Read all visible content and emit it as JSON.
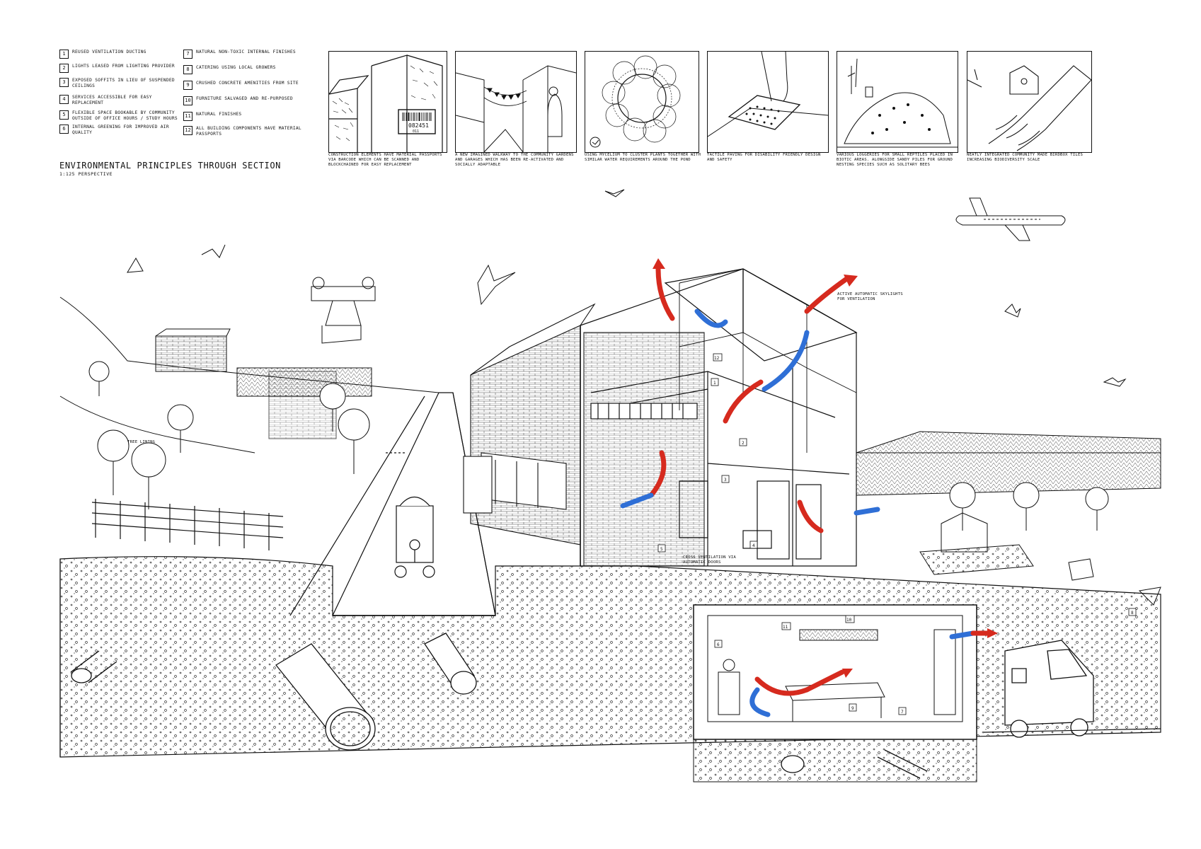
{
  "title": "ENVIRONMENTAL PRINCIPLES THROUGH SECTION",
  "subtitle": "1:125 PERSPECTIVE",
  "legend": [
    {
      "num": "1",
      "text": "REUSED VENTILATION DUCTING"
    },
    {
      "num": "2",
      "text": "LIGHTS LEASED FROM LIGHTING PROVIDER"
    },
    {
      "num": "3",
      "text": "EXPOSED SOFFITS IN LIEU OF SUSPENDED CEILINGS"
    },
    {
      "num": "4",
      "text": "SERVICES ACCESSIBLE FOR EASY REPLACEMENT"
    },
    {
      "num": "5",
      "text": "FLEXIBLE SPACE BOOKABLE BY COMMUNITY OUTSIDE OF OFFICE HOURS / STUDY HOURS"
    },
    {
      "num": "6",
      "text": "INTERNAL GREENING FOR IMPROVED AIR QUALITY"
    },
    {
      "num": "7",
      "text": "NATURAL NON-TOXIC INTERNAL FINISHES"
    },
    {
      "num": "8",
      "text": "CATERING USING LOCAL GROWERS"
    },
    {
      "num": "9",
      "text": "CRUSHED CONCRETE AMENITIES FROM SITE"
    },
    {
      "num": "10",
      "text": "FURNITURE SALVAGED AND RE-PURPOSED"
    },
    {
      "num": "11",
      "text": "NATURAL FINISHES"
    },
    {
      "num": "12",
      "text": "ALL BUILDING COMPONENTS HAVE MATERIAL PASSPORTS"
    }
  ],
  "panels": [
    {
      "caption": "CONSTRUCTION ELEMENTS HAVE MATERIAL PASSPORTS VIA BARCODE WHICH CAN BE SCANNED AND BLOCKCHAINED FOR EASY REPLACEMENT",
      "barcode_number": "082451",
      "barcode_sub": "011"
    },
    {
      "caption": "A NEW IMAGINED WALKWAY TO THE COMMUNITY GARDENS AND GARAGES WHICH HAS BEEN RE-ACTIVATED AND SOCIALLY ADAPTABLE"
    },
    {
      "caption": "USING MYCELIUM TO CLUSTER PLANTS TOGETHER WITH SIMILAR WATER REQUIREMENTS AROUND THE POND"
    },
    {
      "caption": "TACTILE PAVING FOR DISABILITY FRIENDLY DESIGN AND SAFETY"
    },
    {
      "caption": "VARIOUS LOGGERIES FOR SMALL REPTILES PLACED IN BIOTIC AREAS. ALONGSIDE SANDY PILES FOR GROUND NESTING SPECIES SUCH AS SOLITARY BEES"
    },
    {
      "caption": "NEATLY INTEGRATED COMMUNITY MADE BIRDBOX TILES INCREASING BIODIVERSITY SCALE"
    }
  ],
  "annotations": {
    "skylights": "ACTIVE AUTOMATIC SKYLIGHTS FOR VENTILATION",
    "cross_vent": "CROSS VENTILATION VIA AUTOMATIC DOORS",
    "tree_lining": "TREE LINING"
  },
  "markers": [
    "1",
    "2",
    "3",
    "4",
    "5",
    "6",
    "7",
    "8",
    "9",
    "10",
    "11",
    "12"
  ],
  "colors": {
    "ink": "#111111",
    "warm_air": "#d62a1e",
    "cool_air": "#2f6fd6",
    "paper": "#ffffff"
  }
}
